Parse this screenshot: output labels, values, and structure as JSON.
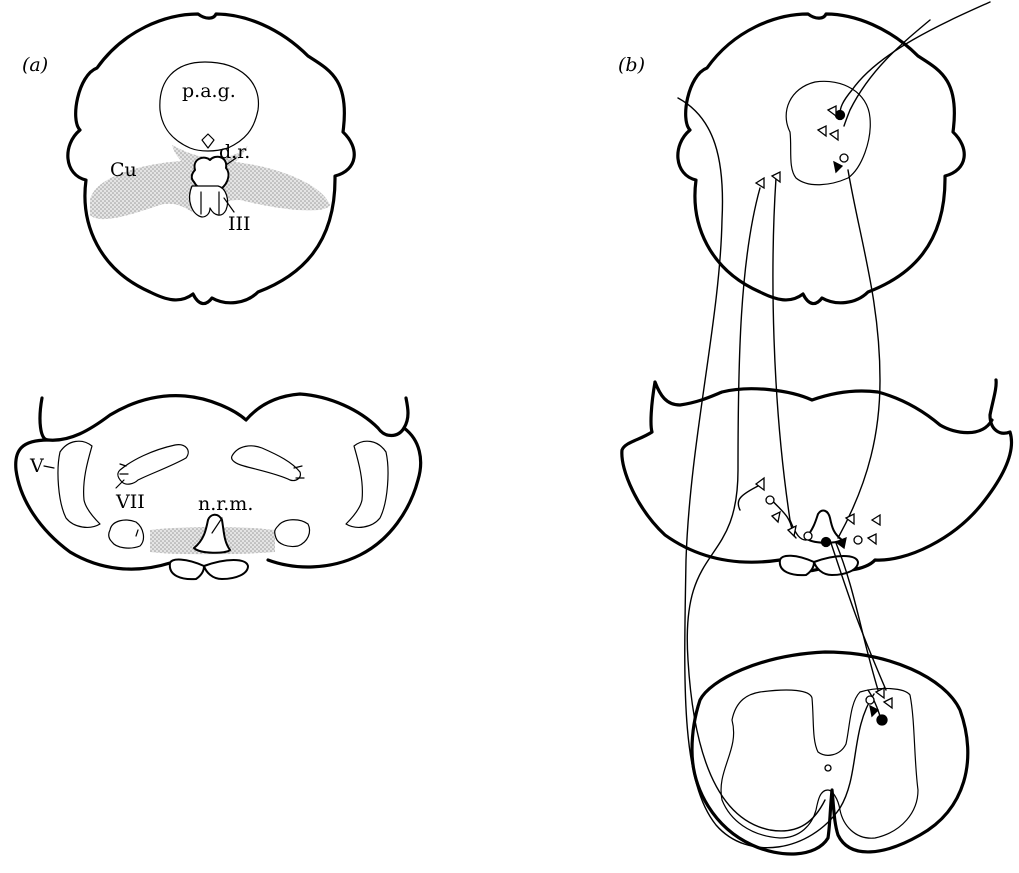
{
  "panels": {
    "a": {
      "label": "(a)",
      "structures": {
        "periaqueductal_gray": "p.a.g.",
        "dorsal_raphe": "d.r.",
        "cuneiform": "Cu",
        "oculomotor": "III",
        "trigeminal": "V",
        "facial": "VII",
        "raphe_magnus": "n.r.m."
      }
    },
    "b": {
      "label": "(b)"
    }
  },
  "colors": {
    "stroke": "#000000",
    "stipple": "#9a9a9a",
    "background": "#ffffff"
  }
}
